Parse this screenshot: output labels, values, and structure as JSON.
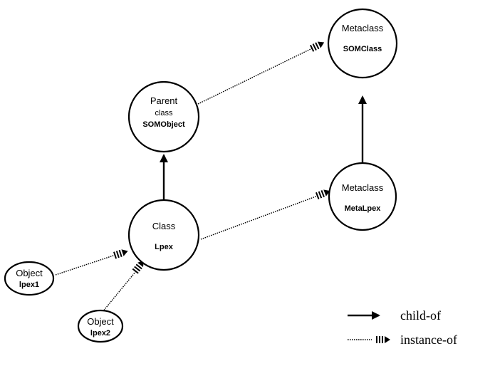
{
  "diagram": {
    "nodes": {
      "metaclass_somclass": {
        "kind": "Metaclass",
        "name": "SOMClass"
      },
      "parent_somobject": {
        "kind": "Parent",
        "sub": "class",
        "name": "SOMObject"
      },
      "metaclass_metalpex": {
        "kind": "Metaclass",
        "name": "MetaLpex"
      },
      "class_lpex": {
        "kind": "Class",
        "name": "Lpex"
      },
      "object_lpex1": {
        "kind": "Object",
        "name": "lpex1"
      },
      "object_lpex2": {
        "kind": "Object",
        "name": "lpex2"
      }
    },
    "legend": {
      "child_of": "child-of",
      "instance_of": "instance-of"
    }
  }
}
